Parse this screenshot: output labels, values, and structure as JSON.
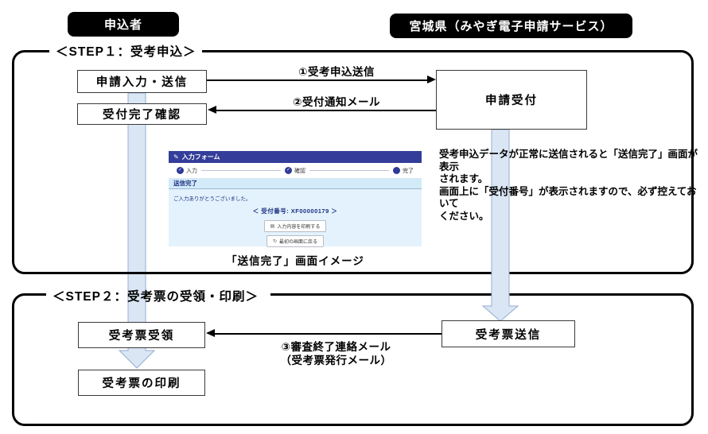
{
  "lanes": {
    "applicant": "申込者",
    "prefecture": "宮城県（みやぎ電子申請サービス）"
  },
  "step1": {
    "title": "＜STEP１：受考申込＞",
    "boxes": {
      "input_send": "申請入力・送信",
      "receipt_confirm": "受付完了確認",
      "application_receive": "申請受付"
    },
    "arrows": {
      "send": "①受考申込送信",
      "notify": "②受付通知メール"
    },
    "note_lines": [
      "受考申込データが正常に送信されると「送信完了」画面が表示",
      "されます。",
      "画面上に「受付番号」が表示されますので、必ず控えておいて",
      "ください。"
    ],
    "screenshot_caption": "「送信完了」画面イメージ"
  },
  "form": {
    "header_title": "入力フォーム",
    "steps": [
      {
        "label": "入力",
        "glyph": "✓"
      },
      {
        "label": "確認",
        "glyph": "✓"
      },
      {
        "label": "完了",
        "glyph": ""
      }
    ],
    "section_title": "送信完了",
    "thanks": "ご入力ありがとうございました。",
    "receipt_number": "＜ 受付番号: XF00000179 ＞",
    "buttons": [
      {
        "label": "入力内容を印刷する",
        "icon": "printer",
        "glyph": "▤"
      },
      {
        "label": "最初の画面に戻る",
        "icon": "return",
        "glyph": "↻"
      }
    ]
  },
  "step2": {
    "title": "＜STEP２：受考票の受領・印刷＞",
    "boxes": {
      "ticket_receive": "受考票受領",
      "ticket_print": "受考票の印刷",
      "ticket_send": "受考票送信"
    },
    "arrow_label_lines": [
      "③審査終了連絡メール",
      "（受考票発行メール）"
    ]
  },
  "colors": {
    "lane_header_bg": "#000000",
    "form_header_navy": "#343d99",
    "form_body_blue": "#e3f2fd",
    "form_accent_text": "#1c2f80",
    "flow_band_fill": "#dbe6f4",
    "flow_band_stroke": "#90aed2"
  }
}
